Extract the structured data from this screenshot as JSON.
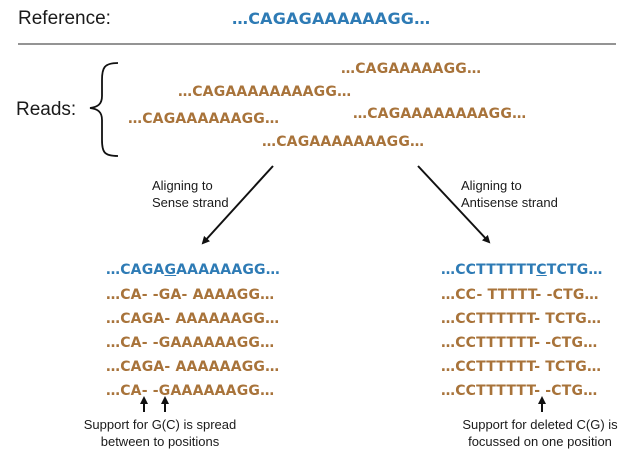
{
  "header": {
    "reference_label": "Reference:",
    "reference_sequence": "…CAGAGAAAAAAGG…"
  },
  "reads_section": {
    "label": "Reads:",
    "reads": [
      "…CAGAAAAAGG…",
      "…CAGAAAAAAAAGG…",
      "…CAGAAAAAAGG…",
      "…CAGAAAAAAAAGG…",
      "…CAGAAAAAAAGG…"
    ]
  },
  "sense": {
    "arrow_label_line1": "Aligning to",
    "arrow_label_line2": "Sense strand",
    "reference": {
      "prefix": "…CAGA",
      "highlight": "G",
      "suffix": "AAAAAAGG…"
    },
    "alignments": [
      "…CA- -GA- AAAAGG…",
      "…CAGA- AAAAAAGG…",
      "…CA- -GAAAAAAGG…",
      "…CAGA- AAAAAAGG…",
      "…CA- -GAAAAAAGG…"
    ],
    "caption_line1": "Support for G(C) is spread",
    "caption_line2": "between to positions"
  },
  "antisense": {
    "arrow_label_line1": "Aligning to",
    "arrow_label_line2": "Antisense strand",
    "reference": {
      "prefix": "…CCTTTTTT",
      "highlight": "C",
      "suffix": "TCTG…"
    },
    "alignments": [
      "…CC- TTTTT- -CTG…",
      "…CCTTTTTT- TCTG…",
      "…CCTTTTTT- -CTG…",
      "…CCTTTTTT- TCTG…",
      "…CCTTTTTT- -CTG…"
    ],
    "caption_line1": "Support for deleted C(G) is",
    "caption_line2": "focussed on one position"
  },
  "colors": {
    "reference": "#2e7bb5",
    "read": "#a8733a",
    "text": "#1a1a1a"
  }
}
